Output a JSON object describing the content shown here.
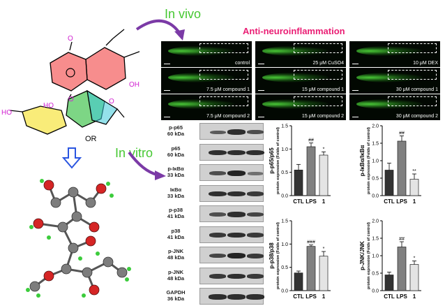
{
  "labels": {
    "in_vivo": "In vivo",
    "in_vitro": "In vitro",
    "panel_title": "Anti-neuroinflammation"
  },
  "molecule": {
    "substituent_oh_top": "OH",
    "substituent_ho_left": "HO",
    "substituent_ho_ring": "HO",
    "substituent_or": "OR",
    "atom_o_ring": "O",
    "atom_o_top": "O",
    "atom_o_bottom": "O"
  },
  "zebrafish": [
    {
      "caption": "control"
    },
    {
      "caption": "25 μM CuSO4"
    },
    {
      "caption": "10 μM DEX"
    },
    {
      "caption": "7.5 μM compound 1"
    },
    {
      "caption": "15 μM compound 1"
    },
    {
      "caption": "30 μM compound 1"
    },
    {
      "caption": "7.5 μM compound 2"
    },
    {
      "caption": "15 μM compound 2"
    },
    {
      "caption": "30 μM compound 2"
    }
  ],
  "blots": [
    {
      "protein": "p-p65",
      "size": "60 kDa"
    },
    {
      "protein": "p65",
      "size": "60 kDa"
    },
    {
      "protein": "p-IκBα",
      "size": "33 kDa"
    },
    {
      "protein": "IκBα",
      "size": "33 kDa"
    },
    {
      "protein": "p-p38",
      "size": "41 kDa"
    },
    {
      "protein": "p38",
      "size": "41 kDa"
    },
    {
      "protein": "p-JNK",
      "size": "48 kDa"
    },
    {
      "protein": "p-JNK",
      "size": "48 kDa"
    },
    {
      "protein": "GAPDH",
      "size": "36 kDa"
    }
  ],
  "colors": {
    "in_label_green": "#46c832",
    "title_pink": "#ea1e74",
    "arrow_purple": "#7b3aa6",
    "bar_ctl": "#333333",
    "bar_lps": "#808080",
    "bar_1": "#e4e4e4"
  },
  "chart_data": [
    {
      "type": "bar",
      "categories": [
        "CTL",
        "LPS",
        "1"
      ],
      "values": [
        0.55,
        1.05,
        0.87
      ],
      "errors": [
        0.12,
        0.08,
        0.07
      ],
      "significance": [
        "",
        "##",
        "*"
      ],
      "ylabel": "p-p65/p65",
      "ylabel2": "protein expression (Folds of control)",
      "ylim": [
        0,
        1.5
      ],
      "yticks": [
        "0.0",
        "0.5",
        "1.0",
        "1.5"
      ]
    },
    {
      "type": "bar",
      "categories": [
        "CTL",
        "LPS",
        "1"
      ],
      "values": [
        0.73,
        1.56,
        0.47
      ],
      "errors": [
        0.2,
        0.15,
        0.15
      ],
      "significance": [
        "",
        "##",
        "**"
      ],
      "ylabel": "p-IκBα/IκBα",
      "ylabel2": "protein expression (Folds of control)",
      "ylim": [
        0,
        2.0
      ],
      "yticks": [
        "0.0",
        "0.5",
        "1.0",
        "1.5",
        "2.0"
      ]
    },
    {
      "type": "bar",
      "categories": [
        "CTL",
        "LPS",
        "1"
      ],
      "values": [
        0.38,
        0.95,
        0.74
      ],
      "errors": [
        0.04,
        0.03,
        0.1
      ],
      "significance": [
        "",
        "###",
        "*"
      ],
      "ylabel": "p-p38/p38",
      "ylabel2": "protein expression (Folds of control)",
      "ylim": [
        0,
        1.5
      ],
      "yticks": [
        "0.0",
        "0.5",
        "1.0",
        "1.5"
      ]
    },
    {
      "type": "bar",
      "categories": [
        "CTL",
        "LPS",
        "1"
      ],
      "values": [
        0.45,
        1.25,
        0.75
      ],
      "errors": [
        0.08,
        0.15,
        0.1
      ],
      "significance": [
        "",
        "##",
        "*"
      ],
      "ylabel": "p-JNK/JNK",
      "ylabel2": "protein expression (Folds of control)",
      "ylim": [
        0,
        2.0
      ],
      "yticks": [
        "0.0",
        "0.5",
        "1.0",
        "1.5",
        "2.0"
      ]
    }
  ]
}
